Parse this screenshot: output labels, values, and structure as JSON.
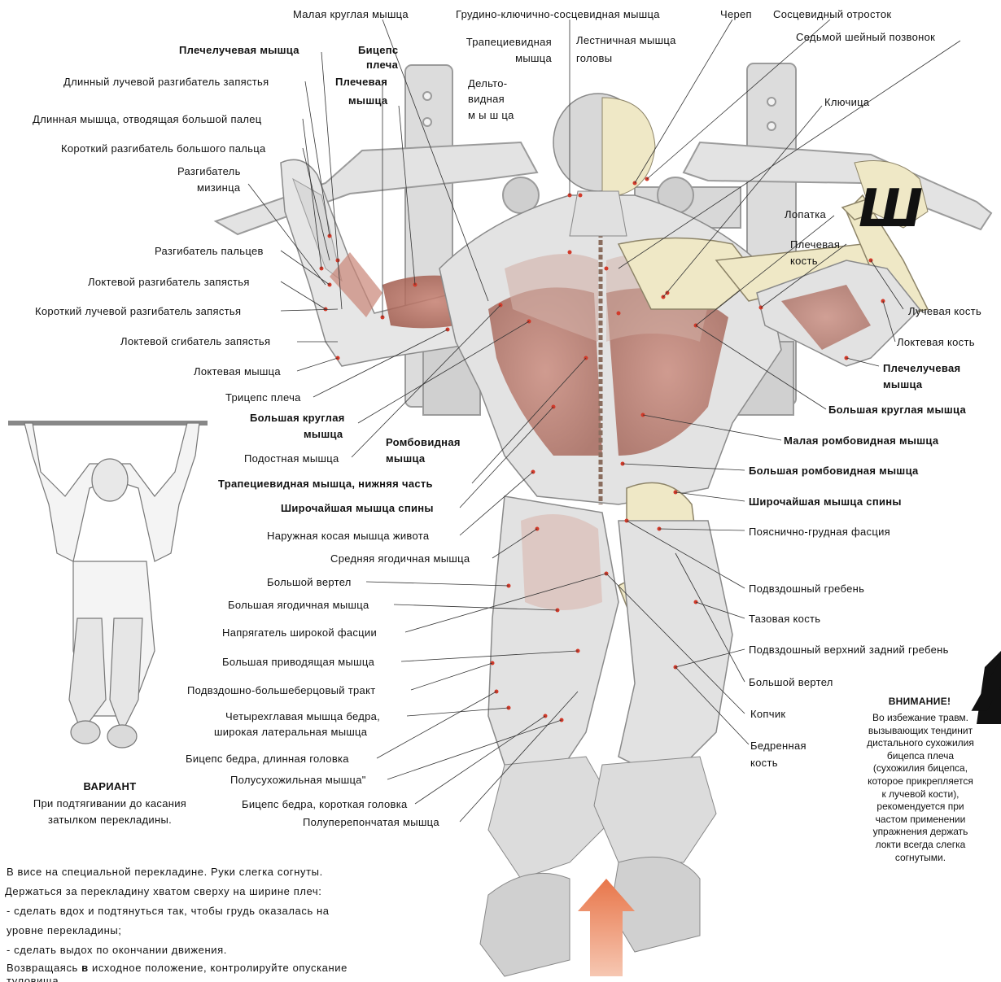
{
  "labels_left": [
    "Малая круглая мышца",
    "Плечелучевая мышца",
    "Бицепс",
    "плеча",
    "Длинный лучевой разгибатель запястья",
    "Плечевая",
    "мышца",
    "Длинная мышца, отводящая большой палец",
    "Короткий разгибатель большого пальца",
    "Разгибатель",
    "мизинца",
    "Разгибатель пальцев",
    "Локтевой разгибатель запястья",
    "Короткий лучевой разгибатель запястья",
    "Локтевой сгибатель запястья",
    "Локтевая мышца",
    "Трицепс плеча",
    "Большая круглая",
    "мышца",
    "Подостная мышца",
    "Ромбовидная",
    "мышца",
    "Трапециевидная мышца, нижняя часть",
    "Широчайшая мышца спины",
    "Наружная косая мышца живота",
    "Средняя ягодичная мышца",
    "Большой вертел",
    "Большая ягодичная мышца",
    "Напрягатель широкой фасции",
    "Большая приводящая мышца",
    "Подвздошно-большеберцовый тракт",
    "Четырехглавая мышца бедра,",
    "широкая латеральная мышца",
    "Бицепс бедра, длинная головка",
    "Полусухожильная мышца\"",
    "Бицепс бедра, короткая головка",
    "Полуперепончатая мышца"
  ],
  "labels_top": [
    "Грудино-ключично-сосцевидная мышца",
    "Череп",
    "Сосцевидный отросток",
    "Трапециевидная",
    "мышца",
    "Лестничная мышца",
    "головы",
    "Седьмой шейный позвонок",
    "Дельто-",
    "видная",
    "м ы ш ца"
  ],
  "labels_right": [
    "Ключица",
    "Лопатка",
    "Плечевая",
    "кость",
    "Лучевая кость",
    "Локтевая кость",
    "Плечелучевая",
    "мышца",
    "Большая круглая мышца",
    "Малая ромбовидная мышца",
    "Большая ромбовидная мышца",
    "Широчайшая мышца спины",
    "Пояснично-грудная фасция",
    "Подвздошный гребень",
    "Тазовая кость",
    "Подвздошный верхний задний гребень",
    "Большой вертел",
    "Копчик",
    "Бедренная",
    "кость"
  ],
  "variant": {
    "title": "ВАРИАНТ",
    "line1": "При подтягивании до касания",
    "line2": "затылком перекладины."
  },
  "warning": {
    "title": "ВНИМАНИЕ!",
    "lines": [
      "Во избежание травм.",
      "вызывающих тендинит",
      "дистального сухожилия",
      "бицепса плеча",
      "(сухожилия бицепса,",
      "которое прикрепляется",
      "к лучевой кости),",
      "рекомендуется при",
      "частом применении",
      "упражнения держать",
      "локти всегда слегка",
      "согнутыми."
    ]
  },
  "instructions": [
    "В висе на специальной перекладине. Руки слегка согнуты.",
    "Держаться за перекладину хватом сверху на ширине плеч:",
    "- сделать вдох и подтянуться так, чтобы грудь оказалась на",
    "уровне перекладины;",
    "- сделать выдох по окончании движения.",
    "Возвращаясь",
    "в",
    "исходное положение, контролируйте опускание",
    "туловища."
  ],
  "decor": {
    "glyph_sha": "Ш",
    "glyph_a": "А"
  },
  "colors": {
    "muscle_red": "#b86a5c",
    "skin_grey": "#e4e4e4",
    "bone": "#efe8c6",
    "arrow": "#e87a4f",
    "frame": "#d4d4d4"
  }
}
